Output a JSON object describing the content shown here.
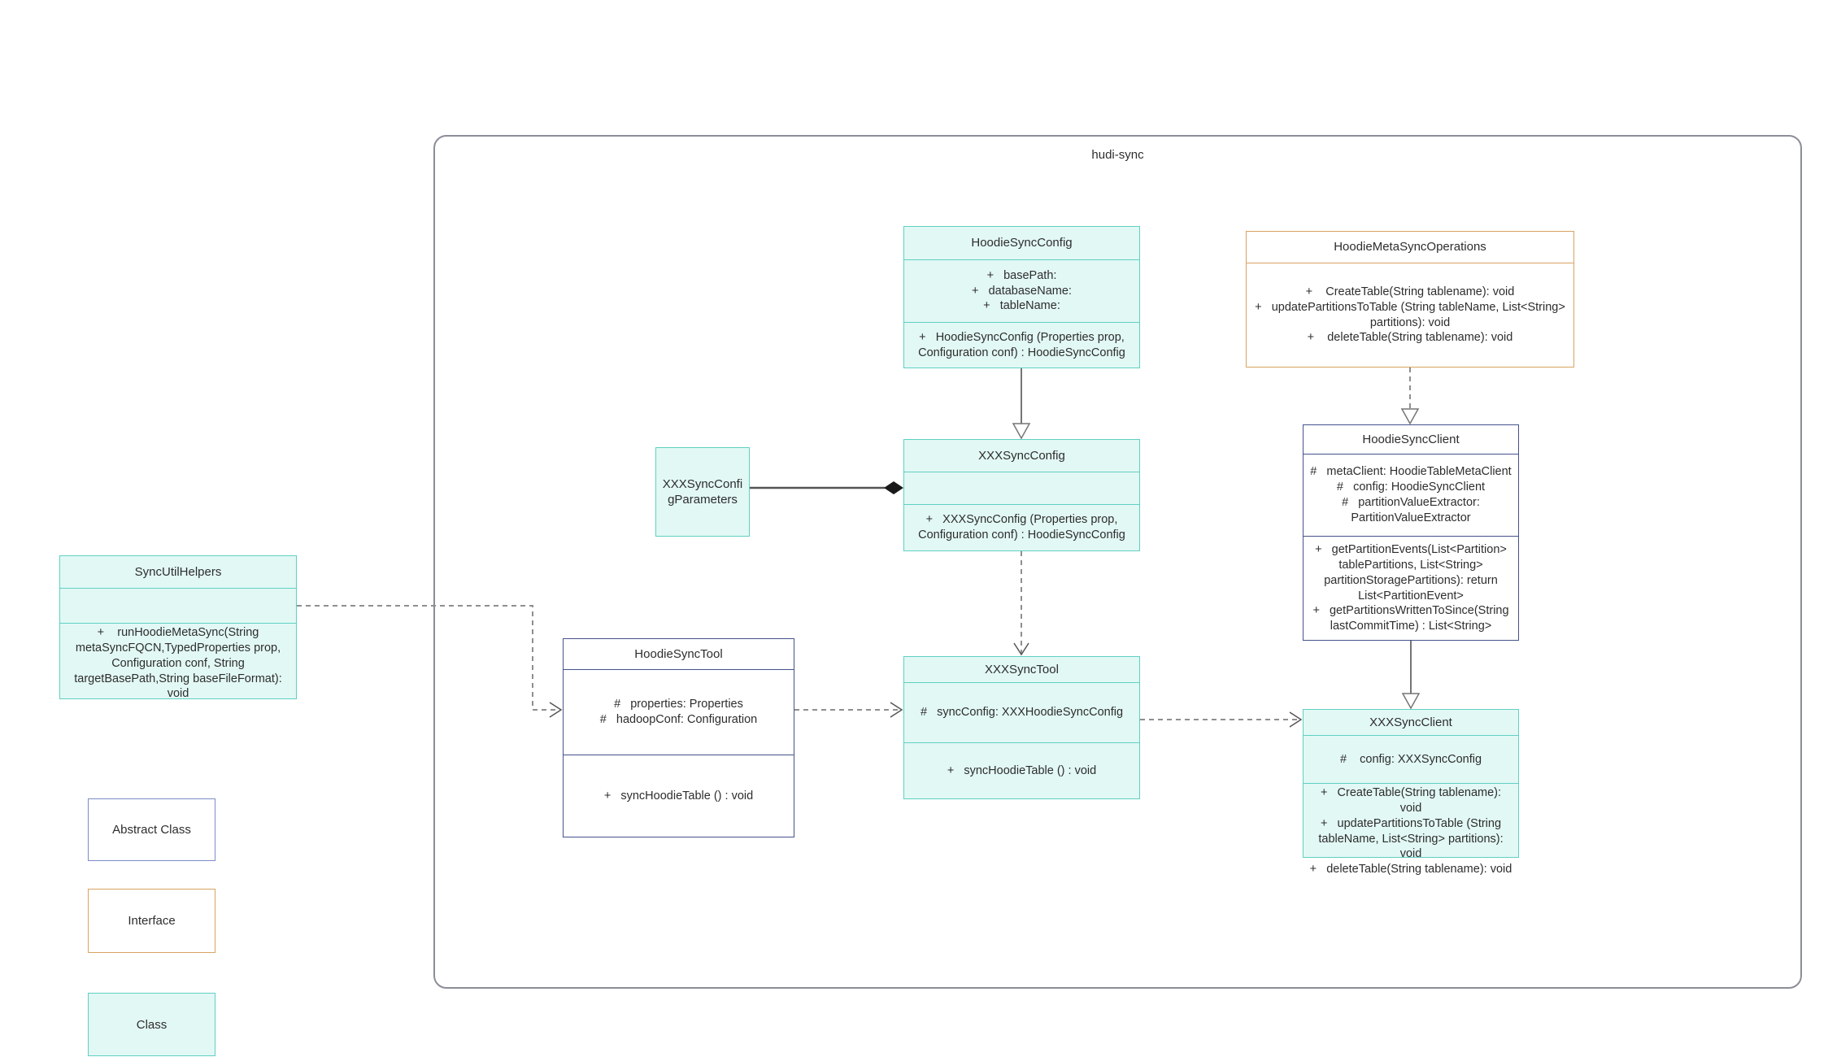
{
  "diagram": {
    "container": {
      "label": "hudi-sync"
    },
    "classes": {
      "hoodie_sync_config": {
        "title": "HoodieSyncConfig",
        "attributes": [
          "+   basePath:",
          "+   databaseName:",
          "+   tableName:"
        ],
        "methods": [
          "+   HoodieSyncConfig (Properties prop, Configuration conf) : HoodieSyncConfig"
        ]
      },
      "hoodie_meta_sync_operations": {
        "title": "HoodieMetaSyncOperations",
        "methods": [
          "+    CreateTable(String tablename): void",
          "+   updatePartitionsToTable (String tableName, List<String> partitions): void",
          "+    deleteTable(String tablename): void"
        ]
      },
      "xxx_sync_config_parameters": {
        "title": "XXXSyncConfigParameters"
      },
      "xxx_sync_config": {
        "title": "XXXSyncConfig",
        "attributes": [],
        "methods": [
          "+   XXXSyncConfig (Properties prop, Configuration conf) : HoodieSyncConfig"
        ]
      },
      "hoodie_sync_client": {
        "title": "HoodieSyncClient",
        "attributes": [
          "#   metaClient: HoodieTableMetaClient",
          "#   config: HoodieSyncClient",
          "#   partitionValueExtractor: PartitionValueExtractor"
        ],
        "methods": [
          "+   getPartitionEvents(List<Partition> tablePartitions, List<String> partitionStoragePartitions): return List<PartitionEvent>",
          "+   getPartitionsWrittenToSince(String lastCommitTime) : List<String>"
        ]
      },
      "sync_util_helpers": {
        "title": "SyncUtilHelpers",
        "attributes": [],
        "methods": [
          "+    runHoodieMetaSync(String metaSyncFQCN,TypedProperties prop, Configuration conf, String targetBasePath,String baseFileFormat): void"
        ]
      },
      "hoodie_sync_tool": {
        "title": "HoodieSyncTool",
        "attributes": [
          "#   properties: Properties",
          "#   hadoopConf: Configuration"
        ],
        "methods": [
          "+   syncHoodieTable () : void"
        ]
      },
      "xxx_sync_tool": {
        "title": "XXXSyncTool",
        "attributes": [
          "#   syncConfig: XXXHoodieSyncConfig"
        ],
        "methods": [
          "+   syncHoodieTable () : void"
        ]
      },
      "xxx_sync_client": {
        "title": "XXXSyncClient",
        "attributes": [
          "#    config: XXXSyncConfig"
        ],
        "methods": [
          "+   CreateTable(String tablename): void",
          "+   updatePartitionsToTable (String tableName, List<String> partitions): void",
          "+   deleteTable(String tablename): void"
        ]
      }
    },
    "legend": {
      "abstract_class": "Abstract Class",
      "interface": "Interface",
      "class": "Class"
    },
    "colors": {
      "class_fill": "#e2f8f4",
      "class_border": "#5fd0c3",
      "abstract_border": "#46528c",
      "interface_border": "#d8a361",
      "container_border": "#8b8e99",
      "solid_arrow": "#757575",
      "dashed_arrow": "#8f8f8f"
    }
  }
}
